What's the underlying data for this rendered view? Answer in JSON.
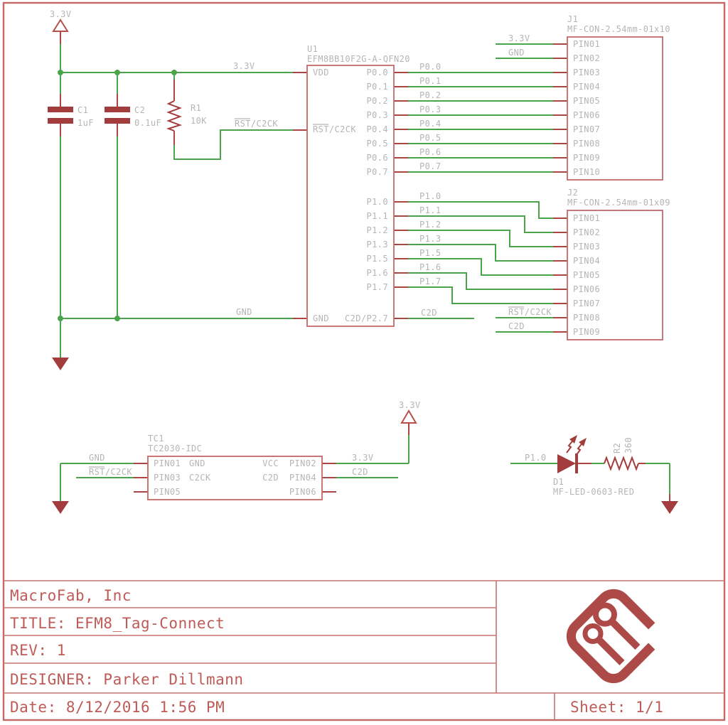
{
  "title_block": {
    "company": "MacroFab, Inc",
    "title": "TITLE: EFM8_Tag-Connect",
    "rev": "REV: 1",
    "designer": "DESIGNER: Parker Dillmann",
    "date": "Date: 8/12/2016 1:56 PM",
    "sheet": "Sheet: 1/1"
  },
  "components": {
    "u1": {
      "ref": "U1",
      "part": "EFM8BB10F2G-A-QFN20",
      "pin_vdd": "VDD",
      "pin_rst": "RST/C2CK",
      "pin_gnd": "GND",
      "pin_c2d": "C2D/P2.7",
      "pins_p0": [
        "P0.0",
        "P0.1",
        "P0.2",
        "P0.3",
        "P0.4",
        "P0.5",
        "P0.6",
        "P0.7"
      ],
      "pins_p1": [
        "P1.0",
        "P1.1",
        "P1.2",
        "P1.3",
        "P1.5",
        "P1.6",
        "P1.7"
      ]
    },
    "j1": {
      "ref": "J1",
      "part": "MF-CON-2.54mm-01x10",
      "pins": [
        "PIN01",
        "PIN02",
        "PIN03",
        "PIN04",
        "PIN05",
        "PIN06",
        "PIN07",
        "PIN08",
        "PIN09",
        "PIN10"
      ]
    },
    "j2": {
      "ref": "J2",
      "part": "MF-CON-2.54mm-01x09",
      "pins": [
        "PIN01",
        "PIN02",
        "PIN03",
        "PIN04",
        "PIN05",
        "PIN06",
        "PIN07",
        "PIN08",
        "PIN09"
      ]
    },
    "tc1": {
      "ref": "TC1",
      "part": "TC2030-IDC",
      "pins_left": [
        "PIN01",
        "PIN03",
        "PIN05"
      ],
      "inner_left": [
        "GND",
        "C2CK"
      ],
      "inner_right": [
        "VCC",
        "C2D"
      ],
      "pins_right": [
        "PIN02",
        "PIN04",
        "PIN06"
      ]
    },
    "c1": {
      "ref": "C1",
      "value": "1uF"
    },
    "c2": {
      "ref": "C2",
      "value": "0.1uF"
    },
    "r1": {
      "ref": "R1",
      "value": "10K"
    },
    "r2": {
      "ref": "R2",
      "value": "360"
    },
    "d1": {
      "ref": "D1",
      "part": "MF-LED-0603-RED"
    }
  },
  "nets": {
    "v33": "3.3V",
    "gnd": "GND",
    "rst": "RST/C2CK",
    "c2d": "C2D",
    "p1_0": "P1.0",
    "p0": [
      "P0.0",
      "P0.1",
      "P0.2",
      "P0.3",
      "P0.4",
      "P0.5",
      "P0.6",
      "P0.7"
    ],
    "p1": [
      "P1.0",
      "P1.1",
      "P1.2",
      "P1.3",
      "P1.5",
      "P1.6",
      "P1.7"
    ]
  }
}
